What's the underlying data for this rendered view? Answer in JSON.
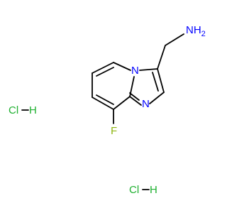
{
  "molecule": {
    "atoms": {
      "nh2": "NH",
      "nh2_subscript": "2",
      "n_bridge": "N",
      "n_imidazole": "N",
      "f": "F"
    },
    "salts": [
      {
        "cl": "Cl",
        "h": "H"
      },
      {
        "cl": "Cl",
        "h": "H"
      }
    ]
  },
  "colors": {
    "nitrogen": "#0000FF",
    "fluorine": "#8DB510",
    "chlorine": "#1FB030",
    "hydrogen_in_salt": "#1FB030",
    "bond": "#000000"
  }
}
